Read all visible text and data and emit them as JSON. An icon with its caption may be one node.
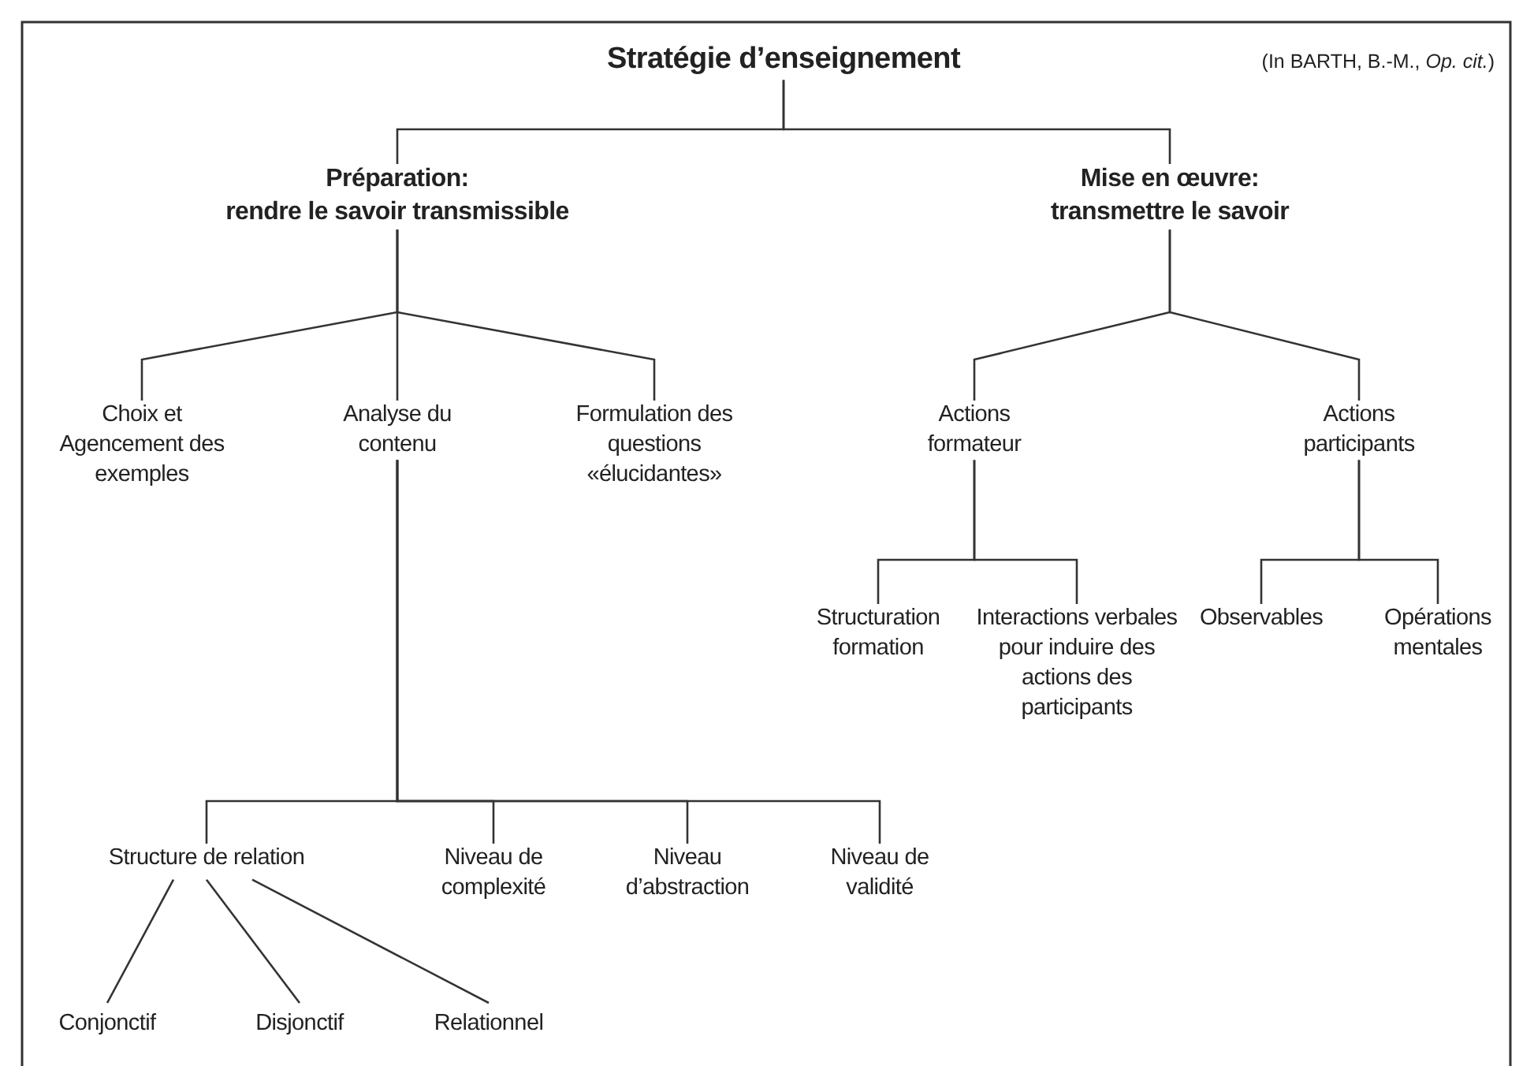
{
  "diagram": {
    "nodes": [
      {
        "text": [
          "Stratégie d’enseignement"
        ]
      },
      {
        "text": [
          "Préparation:",
          "rendre le savoir transmissible"
        ]
      },
      {
        "text": [
          "Mise en œuvre:",
          "transmettre le savoir"
        ]
      },
      {
        "text": [
          "Choix et Agencement des exemples"
        ]
      },
      {
        "text": [
          "Analyse du contenu"
        ]
      },
      {
        "text": [
          "Formulation des questions «élucidantes»"
        ]
      },
      {
        "text": [
          "Actions formateur"
        ]
      },
      {
        "text": [
          "Actions participants"
        ]
      },
      {
        "text": [
          "Structuration formation"
        ]
      },
      {
        "text": [
          "Interactions verbales pour induire des actions des participants"
        ]
      },
      {
        "text": [
          "Observables"
        ]
      },
      {
        "text": [
          "Opérations mentales"
        ]
      },
      {
        "text": [
          "Structure de relation"
        ]
      },
      {
        "text": [
          "Niveau de complexité"
        ]
      },
      {
        "text": [
          "Niveau d’abstraction"
        ]
      },
      {
        "text": [
          "Niveau de validité"
        ]
      },
      {
        "text": [
          "Conjonctif"
        ]
      },
      {
        "text": [
          "Disjonctif"
        ]
      },
      {
        "text": [
          "Relationnel"
        ]
      }
    ],
    "edges": [
      {
        "from": 0,
        "to": 1,
        "arrow": "none"
      },
      {
        "from": 0,
        "to": 2,
        "arrow": "none"
      },
      {
        "from": 1,
        "to": 3,
        "arrow": "none"
      },
      {
        "from": 1,
        "to": 4,
        "arrow": "none"
      },
      {
        "from": 1,
        "to": 5,
        "arrow": "none"
      },
      {
        "from": 2,
        "to": 6,
        "arrow": "none"
      },
      {
        "from": 2,
        "to": 7,
        "arrow": "none"
      },
      {
        "from": 6,
        "to": 8,
        "arrow": "none"
      },
      {
        "from": 6,
        "to": 9,
        "arrow": "none"
      },
      {
        "from": 7,
        "to": 10,
        "arrow": "none"
      },
      {
        "from": 7,
        "to": 11,
        "arrow": "none"
      },
      {
        "from": 4,
        "to": 12,
        "arrow": "none"
      },
      {
        "from": 4,
        "to": 13,
        "arrow": "none"
      },
      {
        "from": 4,
        "to": 14,
        "arrow": "none"
      },
      {
        "from": 4,
        "to": 15,
        "arrow": "none"
      },
      {
        "from": 12,
        "to": 16,
        "arrow": "none"
      },
      {
        "from": 12,
        "to": 17,
        "arrow": "none"
      },
      {
        "from": 12,
        "to": 18,
        "arrow": "none"
      }
    ],
    "labels": [
      "(In BARTH, B.-M., *Op. cit.*)"
    ]
  }
}
